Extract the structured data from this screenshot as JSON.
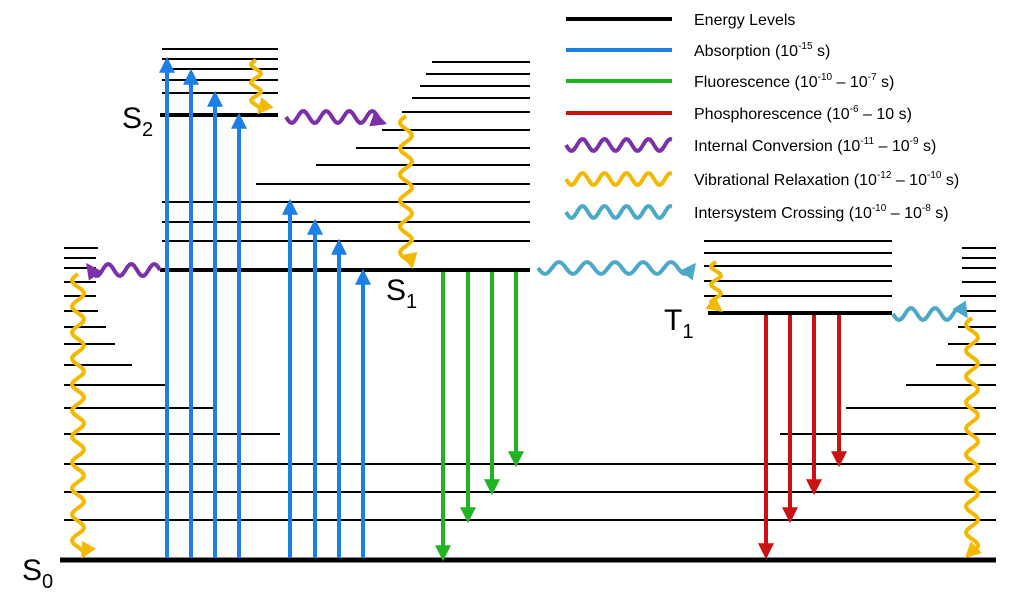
{
  "colors": {
    "energy_levels": "#000000",
    "absorption": "#1a7fe6",
    "fluorescence": "#22b322",
    "phosphorescence": "#cc1111",
    "internal_conversion": "#7b2fa8",
    "vibrational_relaxation": "#f5b800",
    "intersystem_crossing": "#4aa8c8"
  },
  "states": {
    "s0": {
      "main": "S",
      "sub": "0"
    },
    "s1": {
      "main": "S",
      "sub": "1"
    },
    "s2": {
      "main": "S",
      "sub": "2"
    },
    "t1": {
      "main": "T",
      "sub": "1"
    }
  },
  "legend": {
    "energy_levels": {
      "text": "Energy Levels"
    },
    "absorption": {
      "pre": "Absorption (10",
      "sup1": "-15",
      "post": " s)"
    },
    "fluorescence": {
      "pre": "Fluorescence (10",
      "sup1": "-10",
      "mid": " – 10",
      "sup2": "-7",
      "post": " s)"
    },
    "phosphorescence": {
      "pre": "Phosphorescence (10",
      "sup1": "-6",
      "mid": " – 10 s)"
    },
    "internal_conversion": {
      "pre": "Internal Conversion (10",
      "sup1": "-11",
      "mid": " – 10",
      "sup2": "-9",
      "post": " s)"
    },
    "vibrational_relaxation": {
      "pre": "Vibrational Relaxation (10",
      "sup1": "-12",
      "mid": " – 10",
      "sup2": "-10",
      "post": " s)"
    },
    "intersystem_crossing": {
      "pre": "Intersystem Crossing (10",
      "sup1": "-10",
      "mid": " – 10",
      "sup2": "-8",
      "post": " s)"
    }
  }
}
